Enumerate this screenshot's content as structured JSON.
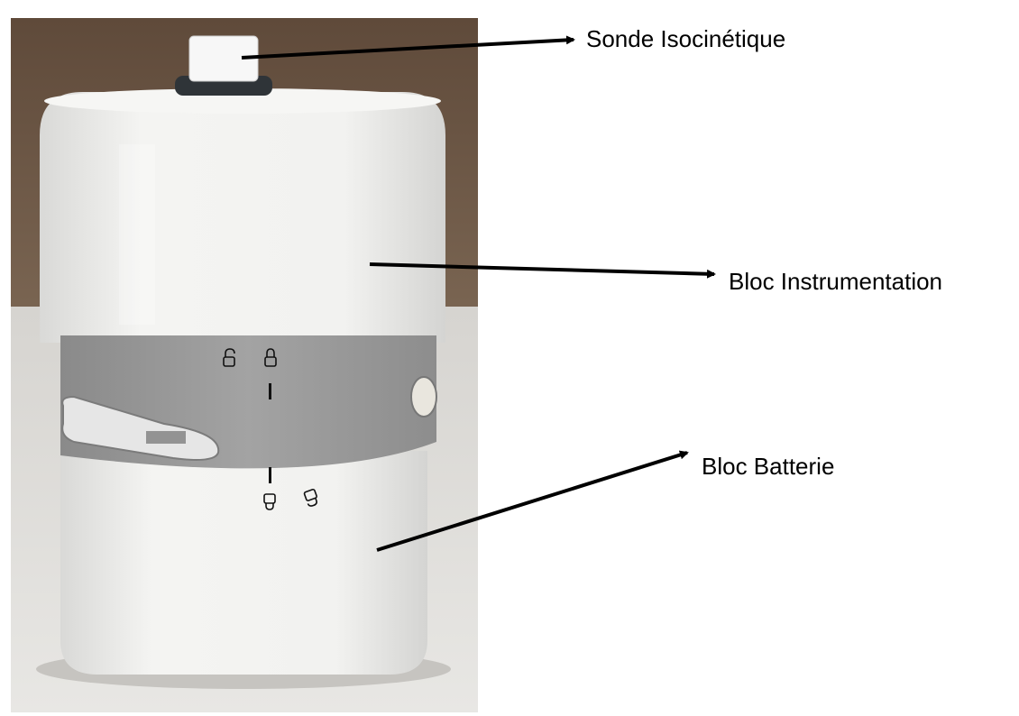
{
  "labels": {
    "probe": "Sonde Isocinétique",
    "instrumentation": "Bloc Instrumentation",
    "battery": "Bloc Batterie"
  },
  "colors": {
    "wall": "#6e5a48",
    "table": "#dcdad6",
    "body": "#f2f2f0",
    "band": "#9c9c9c",
    "arrow": "#000000"
  },
  "icons": [
    "lock-open-icon",
    "lock-closed-icon",
    "lock-open-icon",
    "lock-closed-icon"
  ]
}
